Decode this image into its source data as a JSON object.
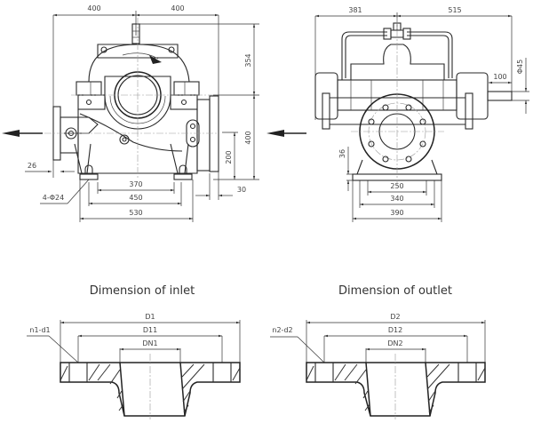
{
  "front_view": {
    "dims": {
      "top_left": "400",
      "top_right": "400",
      "height_upper": "354",
      "height_lower": "400",
      "shaft_height": "200",
      "foot_offset": "30",
      "flange_thickness": "26",
      "bolt_holes": "4-Φ24",
      "bolt_span_inner": "370",
      "bolt_span_mid": "450",
      "base_width": "530"
    }
  },
  "side_view": {
    "dims": {
      "top_left": "381",
      "top_right": "515",
      "shaft_extension": "100",
      "shaft_diameter": "Φ45",
      "base_thickness": "36",
      "base_inner": "250",
      "base_mid": "340",
      "base_outer": "390"
    }
  },
  "inlet": {
    "title": "Dimension of inlet",
    "bolt_label": "n1-d1",
    "outer_diameter": "D1",
    "bolt_circle": "D11",
    "nominal": "DN1"
  },
  "outlet": {
    "title": "Dimension of outlet",
    "bolt_label": "n2-d2",
    "outer_diameter": "D2",
    "bolt_circle": "D12",
    "nominal": "DN2"
  },
  "colors": {
    "line": "#2a2a2a",
    "text": "#444444"
  }
}
